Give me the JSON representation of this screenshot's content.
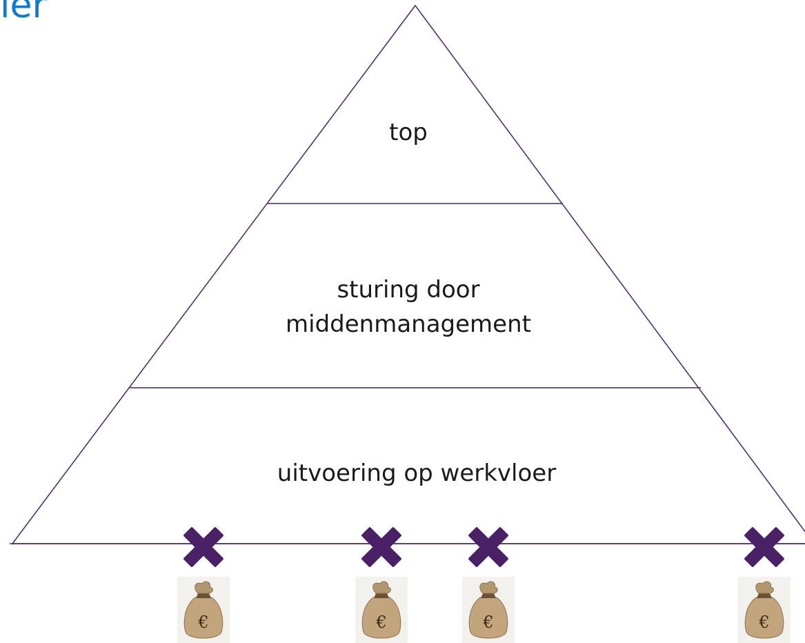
{
  "title": "ier",
  "colors": {
    "title": "#0a7bd0",
    "outline": "#4b2170",
    "x_mark": "#4a2167",
    "text": "#1a1a1a"
  },
  "pyramid": {
    "tiers": [
      {
        "lines": [
          "top"
        ]
      },
      {
        "lines": [
          "sturing door",
          "middenmanagement"
        ]
      },
      {
        "lines": [
          "uitvoering op werkvloer"
        ]
      }
    ]
  },
  "markers": [
    {
      "mark_icon": "x-mark-icon",
      "bag_icon": "money-bag-icon",
      "bag_symbol": "€"
    },
    {
      "mark_icon": "x-mark-icon",
      "bag_icon": "money-bag-icon",
      "bag_symbol": "€"
    },
    {
      "mark_icon": "x-mark-icon",
      "bag_icon": "money-bag-icon",
      "bag_symbol": "€"
    },
    {
      "mark_icon": "x-mark-icon",
      "bag_icon": "money-bag-icon",
      "bag_symbol": "€"
    }
  ]
}
